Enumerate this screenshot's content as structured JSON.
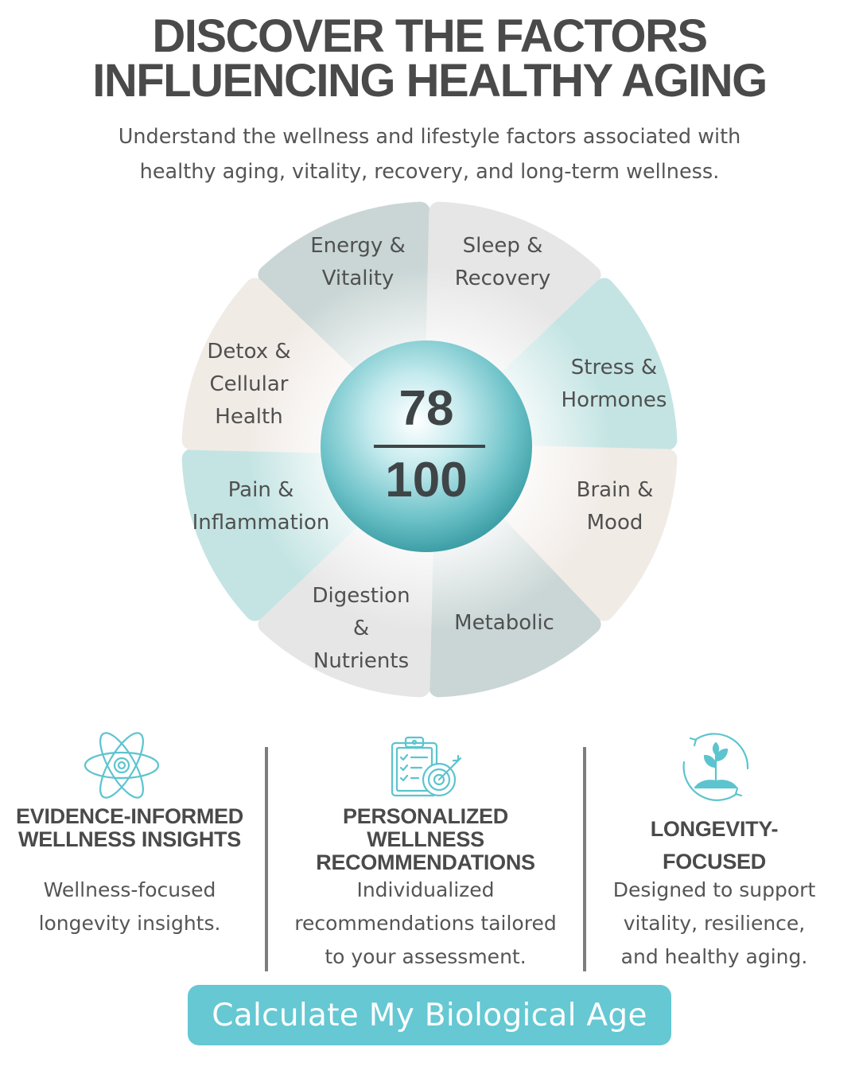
{
  "header": {
    "title_line1": "DISCOVER THE FACTORS",
    "title_line2": "INFLUENCING HEALTHY AGING",
    "subtitle_line1": "Understand the wellness and lifestyle factors associated with",
    "subtitle_line2": "healthy aging, vitality, recovery, and long-term wellness."
  },
  "wheel": {
    "segments": [
      {
        "lines": [
          "Energy &",
          "Vitality"
        ],
        "color": "#c9d6d5"
      },
      {
        "lines": [
          "Sleep &",
          "Recovery"
        ],
        "color": "#e6e6e6"
      },
      {
        "lines": [
          "Stress &",
          "Hormones"
        ],
        "color": "#c3e4e3"
      },
      {
        "lines": [
          "Brain &",
          "Mood"
        ],
        "color": "#f1ebe6"
      },
      {
        "lines": [
          "Metabolic"
        ],
        "color": "#c9d6d5"
      },
      {
        "lines": [
          "Digestion",
          "&",
          "Nutrients"
        ],
        "color": "#e6e6e6"
      },
      {
        "lines": [
          "Pain &",
          "Inflammation"
        ],
        "color": "#c3e4e3"
      },
      {
        "lines": [
          "Detox &",
          "Cellular",
          "Health"
        ],
        "color": "#f1ebe6"
      }
    ],
    "score": {
      "value": "78",
      "max": "100"
    }
  },
  "features": [
    {
      "icon": "atom-icon",
      "title_lines": [
        "EVIDENCE-INFORMED",
        "WELLNESS INSIGHTS"
      ],
      "desc_lines": [
        "Wellness-focused",
        "longevity insights."
      ]
    },
    {
      "icon": "clipboard-target-icon",
      "title_lines": [
        "PERSONALIZED",
        "WELLNESS",
        "RECOMMENDATIONS"
      ],
      "desc_lines": [
        "Individualized",
        "recommendations tailored",
        "to your assessment."
      ]
    },
    {
      "icon": "sprout-cycle-icon",
      "title_lines": [
        "LONGEVITY-",
        "FOCUSED"
      ],
      "desc_lines": [
        "Designed to support",
        "vitality, resilience,",
        "and healthy aging."
      ]
    }
  ],
  "cta": {
    "label": "Calculate My Biological Age"
  },
  "colors": {
    "accent": "#65c8d3",
    "icon": "#5cc4cf",
    "text_dark": "#4a4a4a"
  }
}
